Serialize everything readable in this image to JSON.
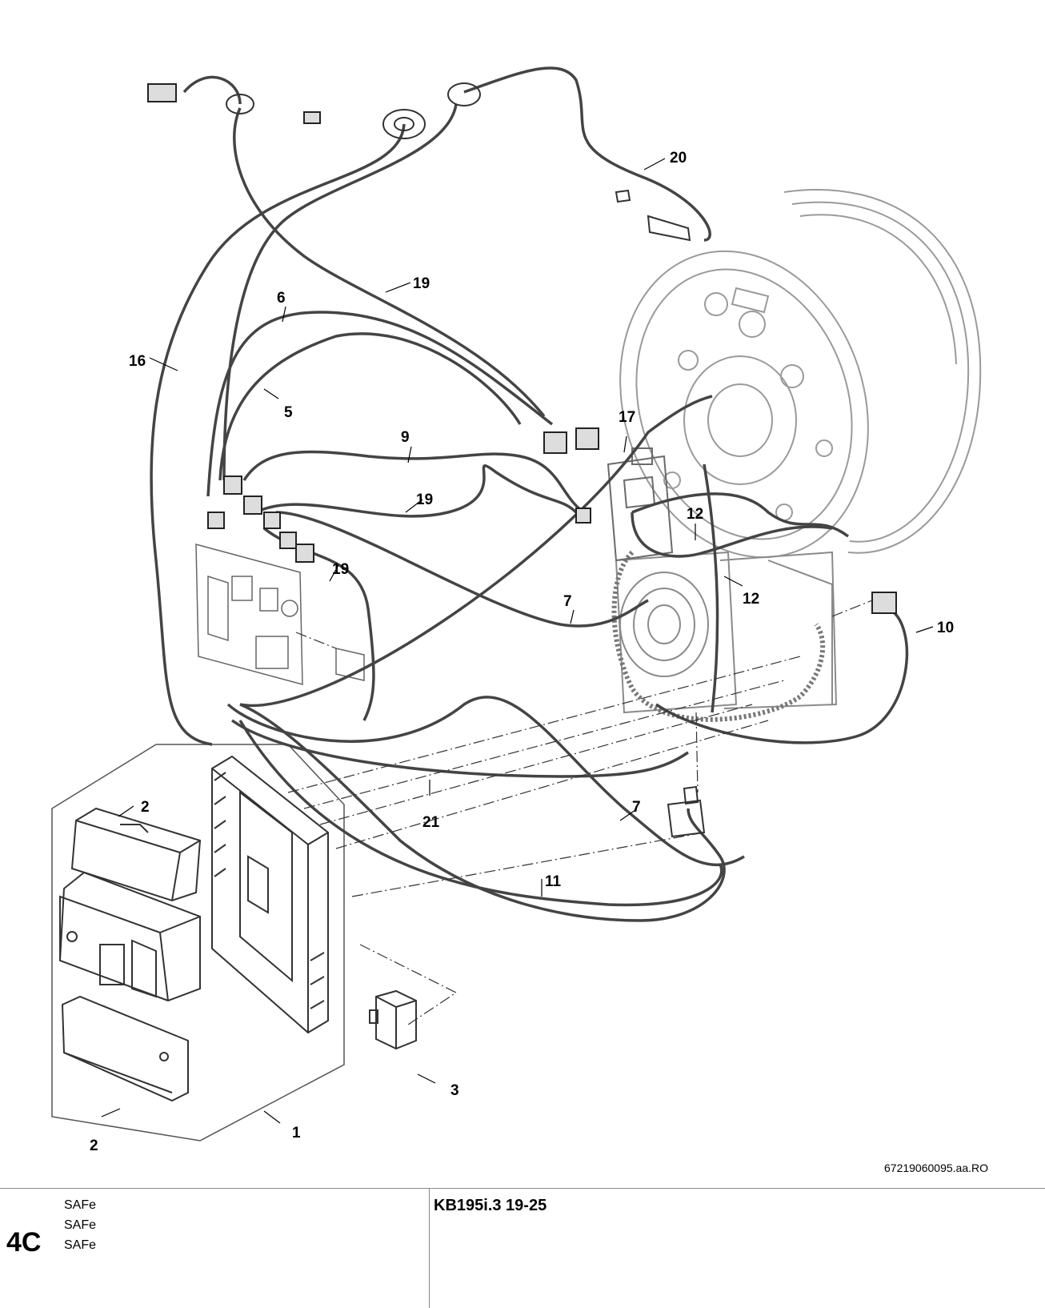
{
  "diagram": {
    "document_id": "67219060095.aa.RO",
    "callouts": [
      {
        "id": "c1",
        "label": "1"
      },
      {
        "id": "c2a",
        "label": "2"
      },
      {
        "id": "c2b",
        "label": "2"
      },
      {
        "id": "c3",
        "label": "3"
      },
      {
        "id": "c5",
        "label": "5"
      },
      {
        "id": "c6",
        "label": "6"
      },
      {
        "id": "c7a",
        "label": "7"
      },
      {
        "id": "c7b",
        "label": "7"
      },
      {
        "id": "c9",
        "label": "9"
      },
      {
        "id": "c10",
        "label": "10"
      },
      {
        "id": "c11",
        "label": "11"
      },
      {
        "id": "c12a",
        "label": "12"
      },
      {
        "id": "c12b",
        "label": "12"
      },
      {
        "id": "c16",
        "label": "16"
      },
      {
        "id": "c17",
        "label": "17"
      },
      {
        "id": "c19a",
        "label": "19"
      },
      {
        "id": "c19b",
        "label": "19"
      },
      {
        "id": "c19c",
        "label": "19"
      },
      {
        "id": "c20",
        "label": "20"
      },
      {
        "id": "c21",
        "label": "21"
      }
    ]
  },
  "footer": {
    "section": "4C",
    "lines": [
      "SAFe",
      "SAFe",
      "SAFe"
    ],
    "model": "KB195i.3 19-25"
  }
}
